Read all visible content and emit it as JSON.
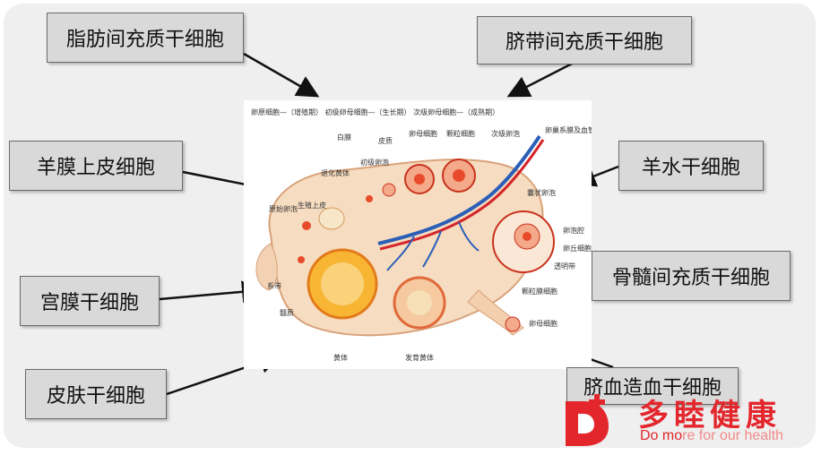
{
  "labels": {
    "adipose": "脂肪间充质干细胞",
    "umbilical": "脐带间充质干细胞",
    "amnion": "羊膜上皮细胞",
    "amniotic_fluid": "羊水干细胞",
    "endometrium": "宫膜干细胞",
    "bone_marrow": "骨髓间充质干细胞",
    "skin": "皮肤干细胞",
    "cord_blood": "脐血造血干细胞"
  },
  "diagram": {
    "header": "卵原细胞—（增殖期）  初级卵母细胞—（生长期）  次级卵母细胞—（成熟期）",
    "annotations": {
      "baimo": "白膜",
      "pizhi": "皮质",
      "luanmu": "卵母细胞",
      "keli": "颗粒细胞",
      "cijiluanpao": "次级卵泡",
      "luanchao": "卵巢系膜及血管",
      "tuihua": "退化黄体",
      "chujiluanpao": "初级卵泡",
      "shengzhi": "生殖上皮",
      "yuanshi": "原始卵泡",
      "nangzhuang": "囊状卵泡",
      "luanpaoqiang": "卵泡腔",
      "luanqiu": "卵丘细胞",
      "toumingdai": "透明带",
      "xidai": "系带",
      "kelimo": "颗粒膜细胞",
      "suizhi": "髓质",
      "luanmuxibao": "卵母细胞",
      "huangti": "黄体",
      "fayu": "发育黄体"
    }
  },
  "brand": {
    "name_cn": "多睦健康",
    "slogan_part1": "Do mo",
    "slogan_part2": "re for our health",
    "color": "#e3262c"
  }
}
